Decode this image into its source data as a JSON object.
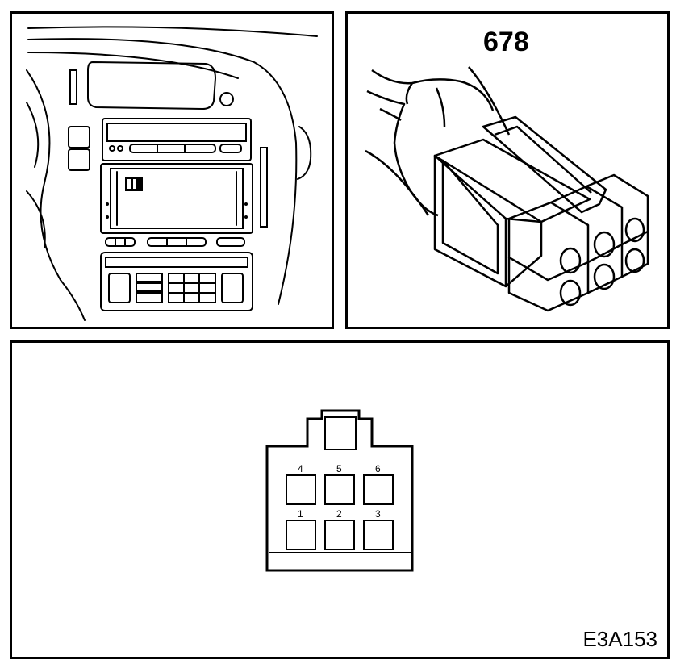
{
  "connector": {
    "callout": "678",
    "pins_top": [
      "4",
      "5",
      "6"
    ],
    "pins_bottom": [
      "1",
      "2",
      "3"
    ]
  },
  "figure_id": "E3A153"
}
